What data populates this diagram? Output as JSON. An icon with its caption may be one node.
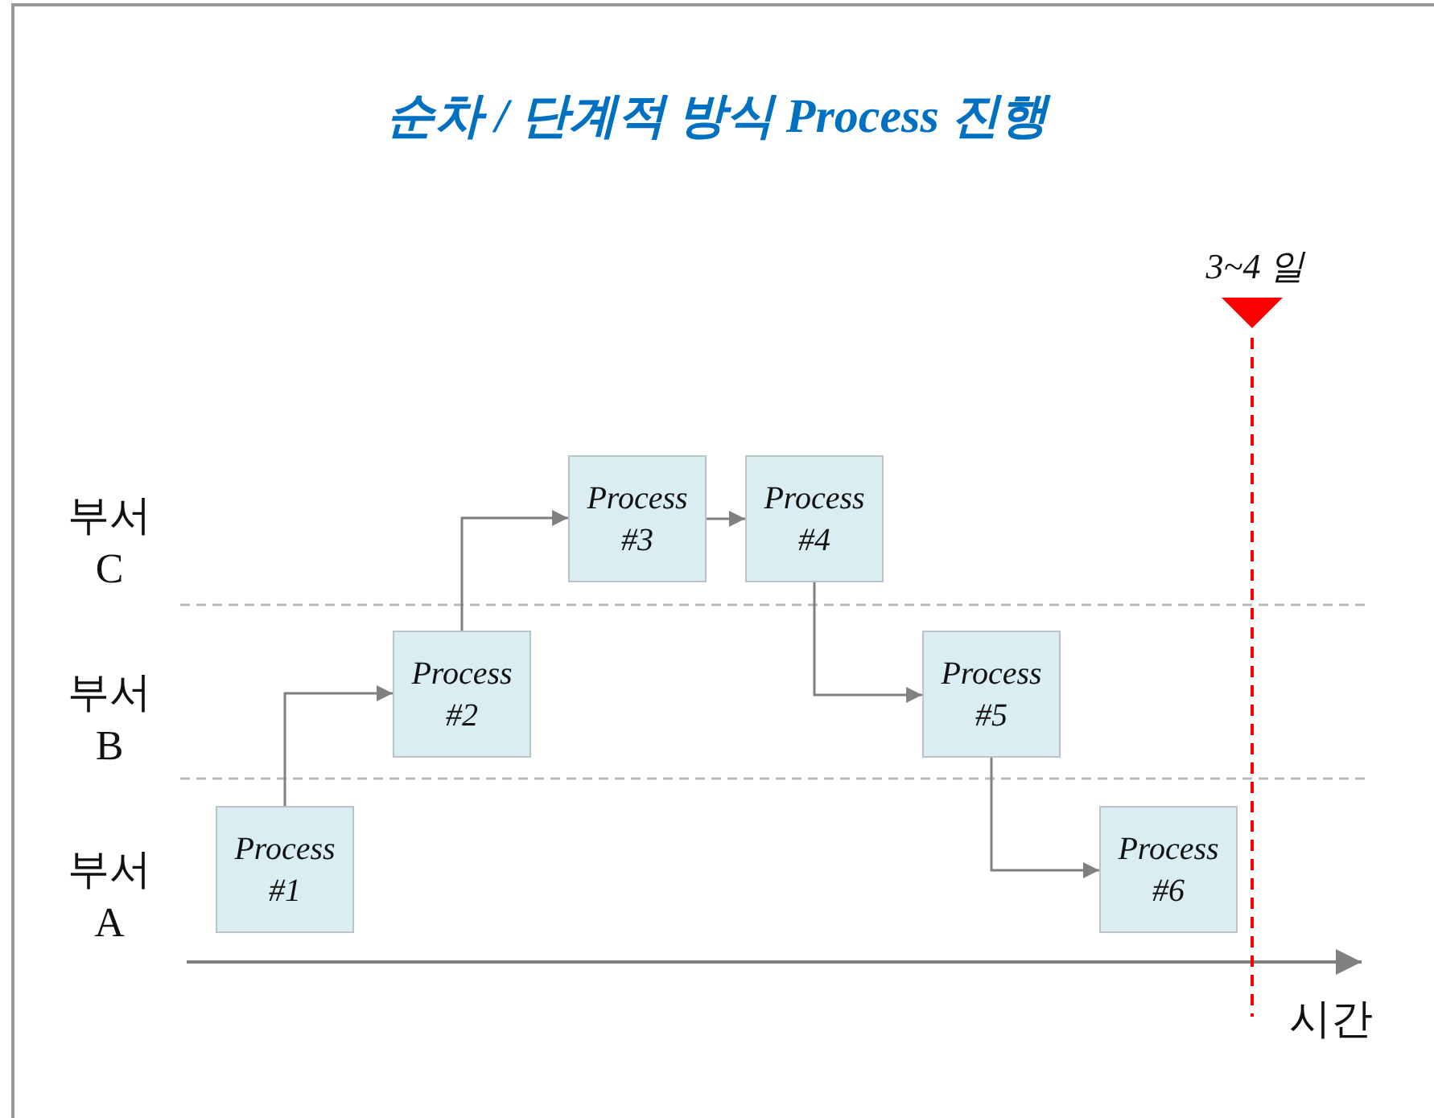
{
  "diagram": {
    "title": "순차 / 단계적 방식 Process 진행",
    "nodes": [
      {
        "text": [
          "Process #1"
        ]
      },
      {
        "text": [
          "Process #2"
        ]
      },
      {
        "text": [
          "Process #3"
        ]
      },
      {
        "text": [
          "Process #4"
        ]
      },
      {
        "text": [
          "Process #5"
        ]
      },
      {
        "text": [
          "Process #6"
        ]
      }
    ],
    "edges": [
      {
        "from": 0,
        "to": 1,
        "arrow": "to"
      },
      {
        "from": 1,
        "to": 2,
        "arrow": "to"
      },
      {
        "from": 2,
        "to": 3,
        "arrow": "to"
      },
      {
        "from": 3,
        "to": 4,
        "arrow": "to"
      },
      {
        "from": 4,
        "to": 5,
        "arrow": "to"
      }
    ],
    "labels": [
      "3~4 일",
      "부서 C",
      "부서 B",
      "부서 A",
      "시간"
    ]
  }
}
